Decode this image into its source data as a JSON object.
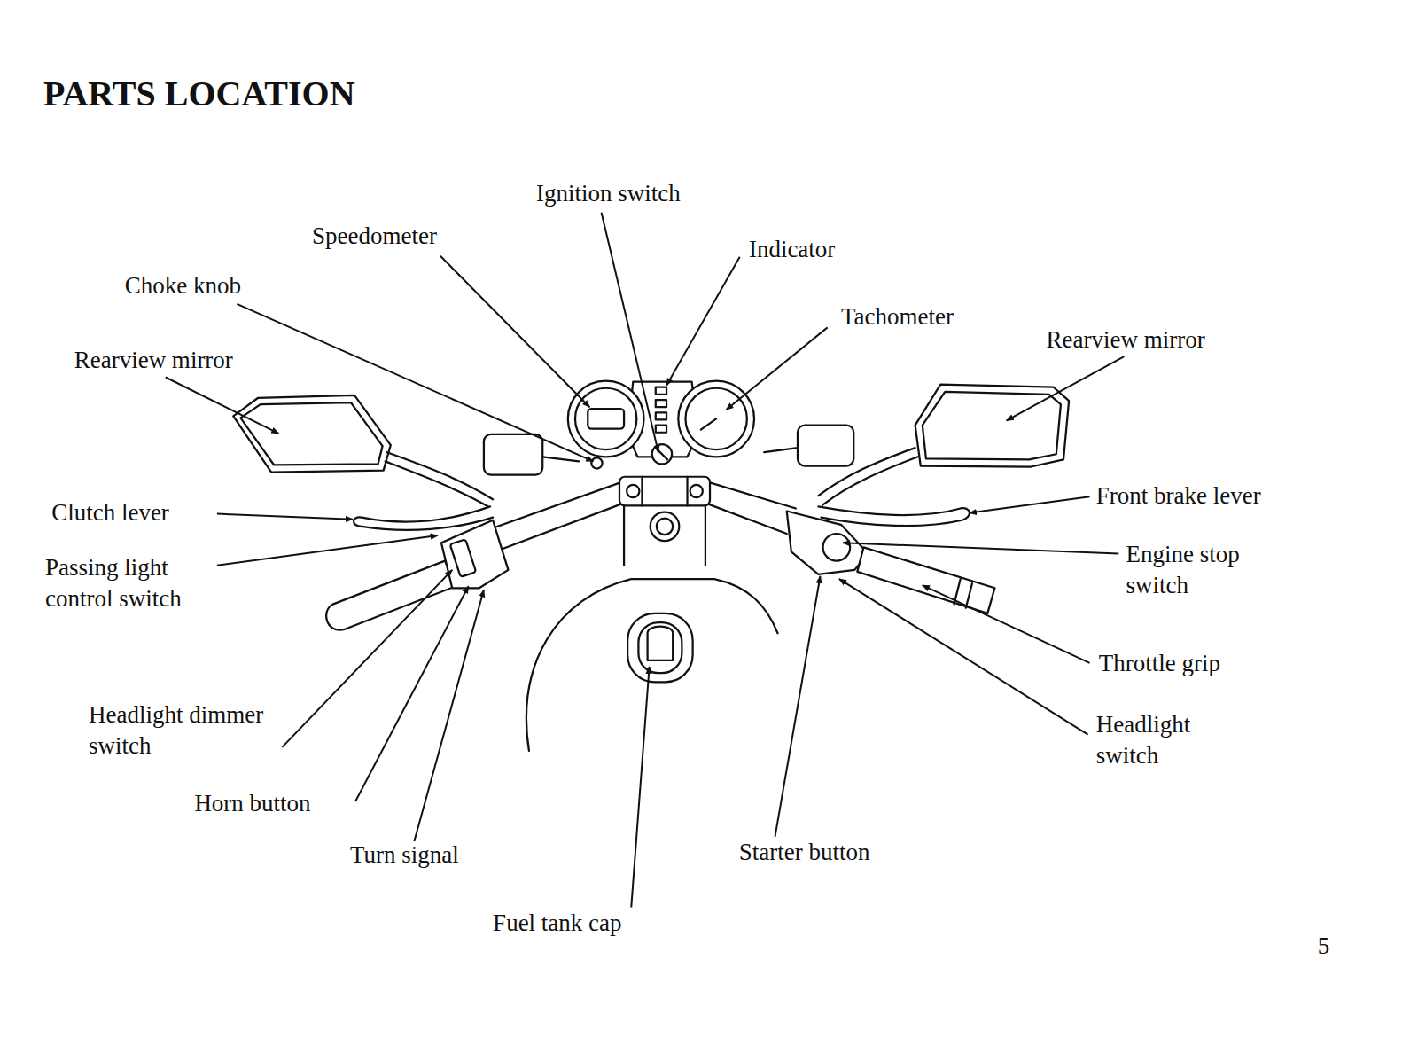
{
  "diagram": {
    "title": "PARTS LOCATION",
    "labels": [
      "Ignition switch",
      "Speedometer",
      "Indicator",
      "Choke knob",
      "Tachometer",
      "Rearview mirror",
      "Rearview mirror",
      "Clutch lever",
      "Front brake lever",
      "Passing light control switch",
      "Engine stop switch",
      "Throttle grip",
      "Headlight dimmer switch",
      "Horn button",
      "Turn signal",
      "Starter button",
      "Headlight switch",
      "Fuel tank cap",
      "5"
    ]
  }
}
